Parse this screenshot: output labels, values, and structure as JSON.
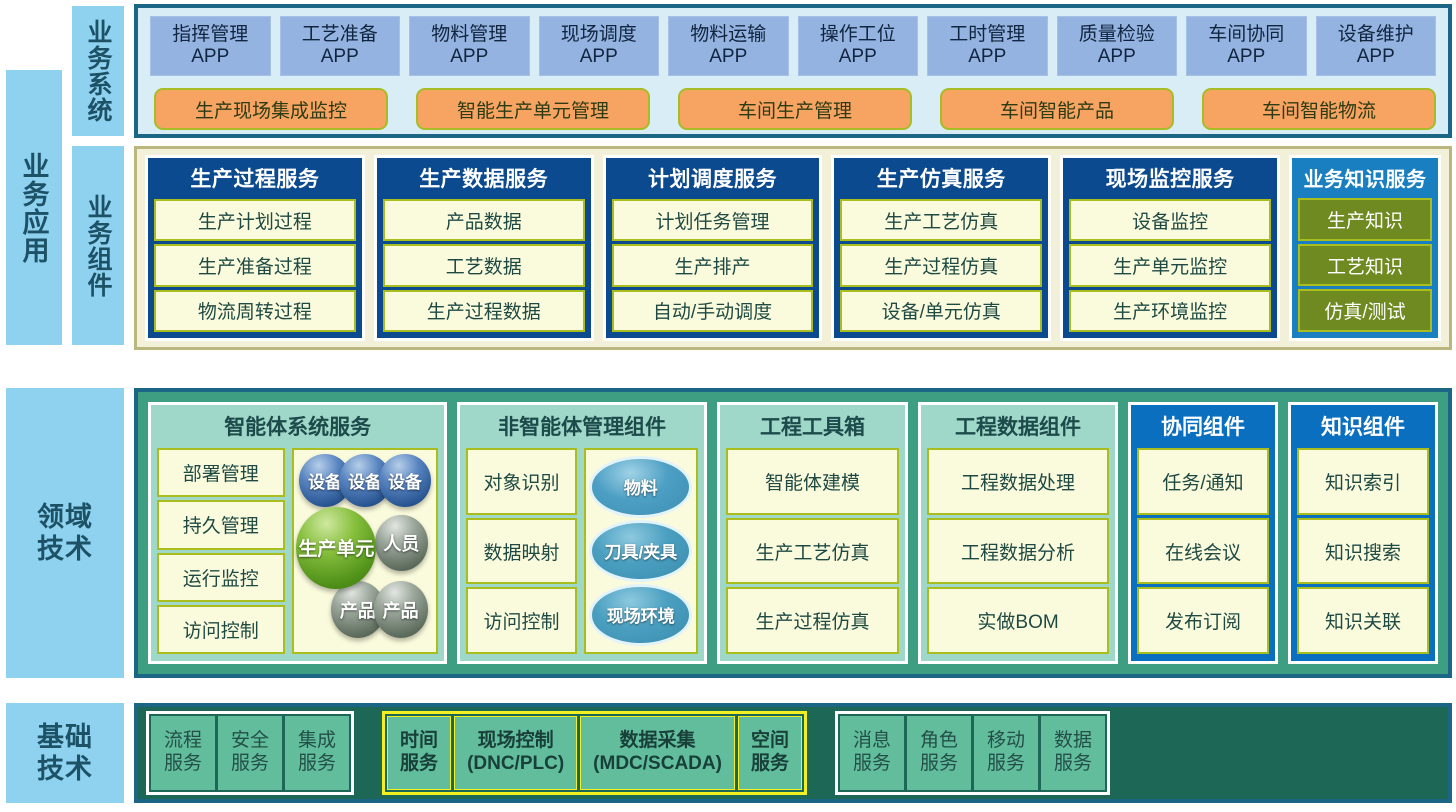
{
  "rails": {
    "business_application": "业务应用",
    "business_system": "业务系统",
    "business_component": "业务组件",
    "domain_technology": "领域\n技术",
    "domain_technology_l1": "领域",
    "domain_technology_l2": "技术",
    "base_technology_l1": "基础",
    "base_technology_l2": "技术"
  },
  "business_system": {
    "apps": [
      {
        "line1": "指挥管理",
        "line2": "APP"
      },
      {
        "line1": "工艺准备",
        "line2": "APP"
      },
      {
        "line1": "物料管理",
        "line2": "APP"
      },
      {
        "line1": "现场调度",
        "line2": "APP"
      },
      {
        "line1": "物料运输",
        "line2": "APP"
      },
      {
        "line1": "操作工位",
        "line2": "APP"
      },
      {
        "line1": "工时管理",
        "line2": "APP"
      },
      {
        "line1": "质量检验",
        "line2": "APP"
      },
      {
        "line1": "车间协同",
        "line2": "APP"
      },
      {
        "line1": "设备维护",
        "line2": "APP"
      }
    ],
    "systems": [
      "生产现场集成监控",
      "智能生产单元管理",
      "车间生产管理",
      "车间智能产品",
      "车间智能物流"
    ]
  },
  "business_components": {
    "services": [
      {
        "title": "生产过程服务",
        "items": [
          "生产计划过程",
          "生产准备过程",
          "物流周转过程"
        ]
      },
      {
        "title": "生产数据服务",
        "items": [
          "产品数据",
          "工艺数据",
          "生产过程数据"
        ]
      },
      {
        "title": "计划调度服务",
        "items": [
          "计划任务管理",
          "生产排产",
          "自动/手动调度"
        ]
      },
      {
        "title": "生产仿真服务",
        "items": [
          "生产工艺仿真",
          "生产过程仿真",
          "设备/单元仿真"
        ]
      },
      {
        "title": "现场监控服务",
        "items": [
          "设备监控",
          "生产单元监控",
          "生产环境监控"
        ]
      }
    ],
    "knowledge_service": {
      "title": "业务知识服务",
      "items": [
        "生产知识",
        "工艺知识",
        "仿真/测试"
      ]
    }
  },
  "domain_technology": {
    "agent_system_service": {
      "title": "智能体系统服务",
      "items": [
        "部署管理",
        "持久管理",
        "运行监控",
        "访问控制"
      ],
      "spheres": [
        {
          "label": "设备",
          "color": "blue"
        },
        {
          "label": "设备",
          "color": "blue"
        },
        {
          "label": "设备",
          "color": "blue"
        },
        {
          "label": "生产单元",
          "color": "green"
        },
        {
          "label": "人员",
          "color": "gray"
        },
        {
          "label": "产品",
          "color": "gray"
        },
        {
          "label": "产品",
          "color": "gray"
        }
      ]
    },
    "non_agent_management": {
      "title": "非智能体管理组件",
      "items": [
        "对象识别",
        "数据映射",
        "访问控制"
      ],
      "ellipses": [
        "物料",
        "刀具/夹具",
        "现场环境"
      ]
    },
    "engineering_toolbox": {
      "title": "工程工具箱",
      "items": [
        "智能体建模",
        "生产工艺仿真",
        "生产过程仿真"
      ]
    },
    "engineering_data": {
      "title": "工程数据组件",
      "items": [
        "工程数据处理",
        "工程数据分析",
        "实做BOM"
      ]
    },
    "collaboration": {
      "title": "协同组件",
      "items": [
        "任务/通知",
        "在线会议",
        "发布订阅"
      ]
    },
    "knowledge": {
      "title": "知识组件",
      "items": [
        "知识索引",
        "知识搜索",
        "知识关联"
      ]
    }
  },
  "base_technology": {
    "left_group": [
      {
        "line1": "流程",
        "line2": "服务"
      },
      {
        "line1": "安全",
        "line2": "服务"
      },
      {
        "line1": "集成",
        "line2": "服务"
      }
    ],
    "highlight_group": [
      {
        "line1": "时间",
        "line2": "服务"
      },
      {
        "line1": "现场控制",
        "line2": "(DNC/PLC)"
      },
      {
        "line1": "数据采集",
        "line2": "(MDC/SCADA)"
      },
      {
        "line1": "空间",
        "line2": "服务"
      }
    ],
    "right_group": [
      {
        "line1": "消息",
        "line2": "服务"
      },
      {
        "line1": "角色",
        "line2": "服务"
      },
      {
        "line1": "移动",
        "line2": "服务"
      },
      {
        "line1": "数据",
        "line2": "服务"
      }
    ]
  },
  "colors": {
    "rail_blue": "#8ed2f0",
    "band_system_border": "#1b6585",
    "band_system_bg": "#d9edf7",
    "app_box": "#95b3e0",
    "system_box": "#f7a361",
    "system_box_border": "#a7bd26",
    "service_card": "#0b4a8f",
    "service_item": "#fafadc",
    "service_item_border": "#a9bd1e",
    "knowledge_card": "#1a7fc1",
    "knowledge_item": "#6f8a20",
    "domain_band": "#3d9e82",
    "domain_card": "#9fd8c8",
    "domain_blue_card": "#0b6fbf",
    "base_band": "#1d6757",
    "base_item": "#62bd9d",
    "base_highlight": "#f2f021"
  }
}
